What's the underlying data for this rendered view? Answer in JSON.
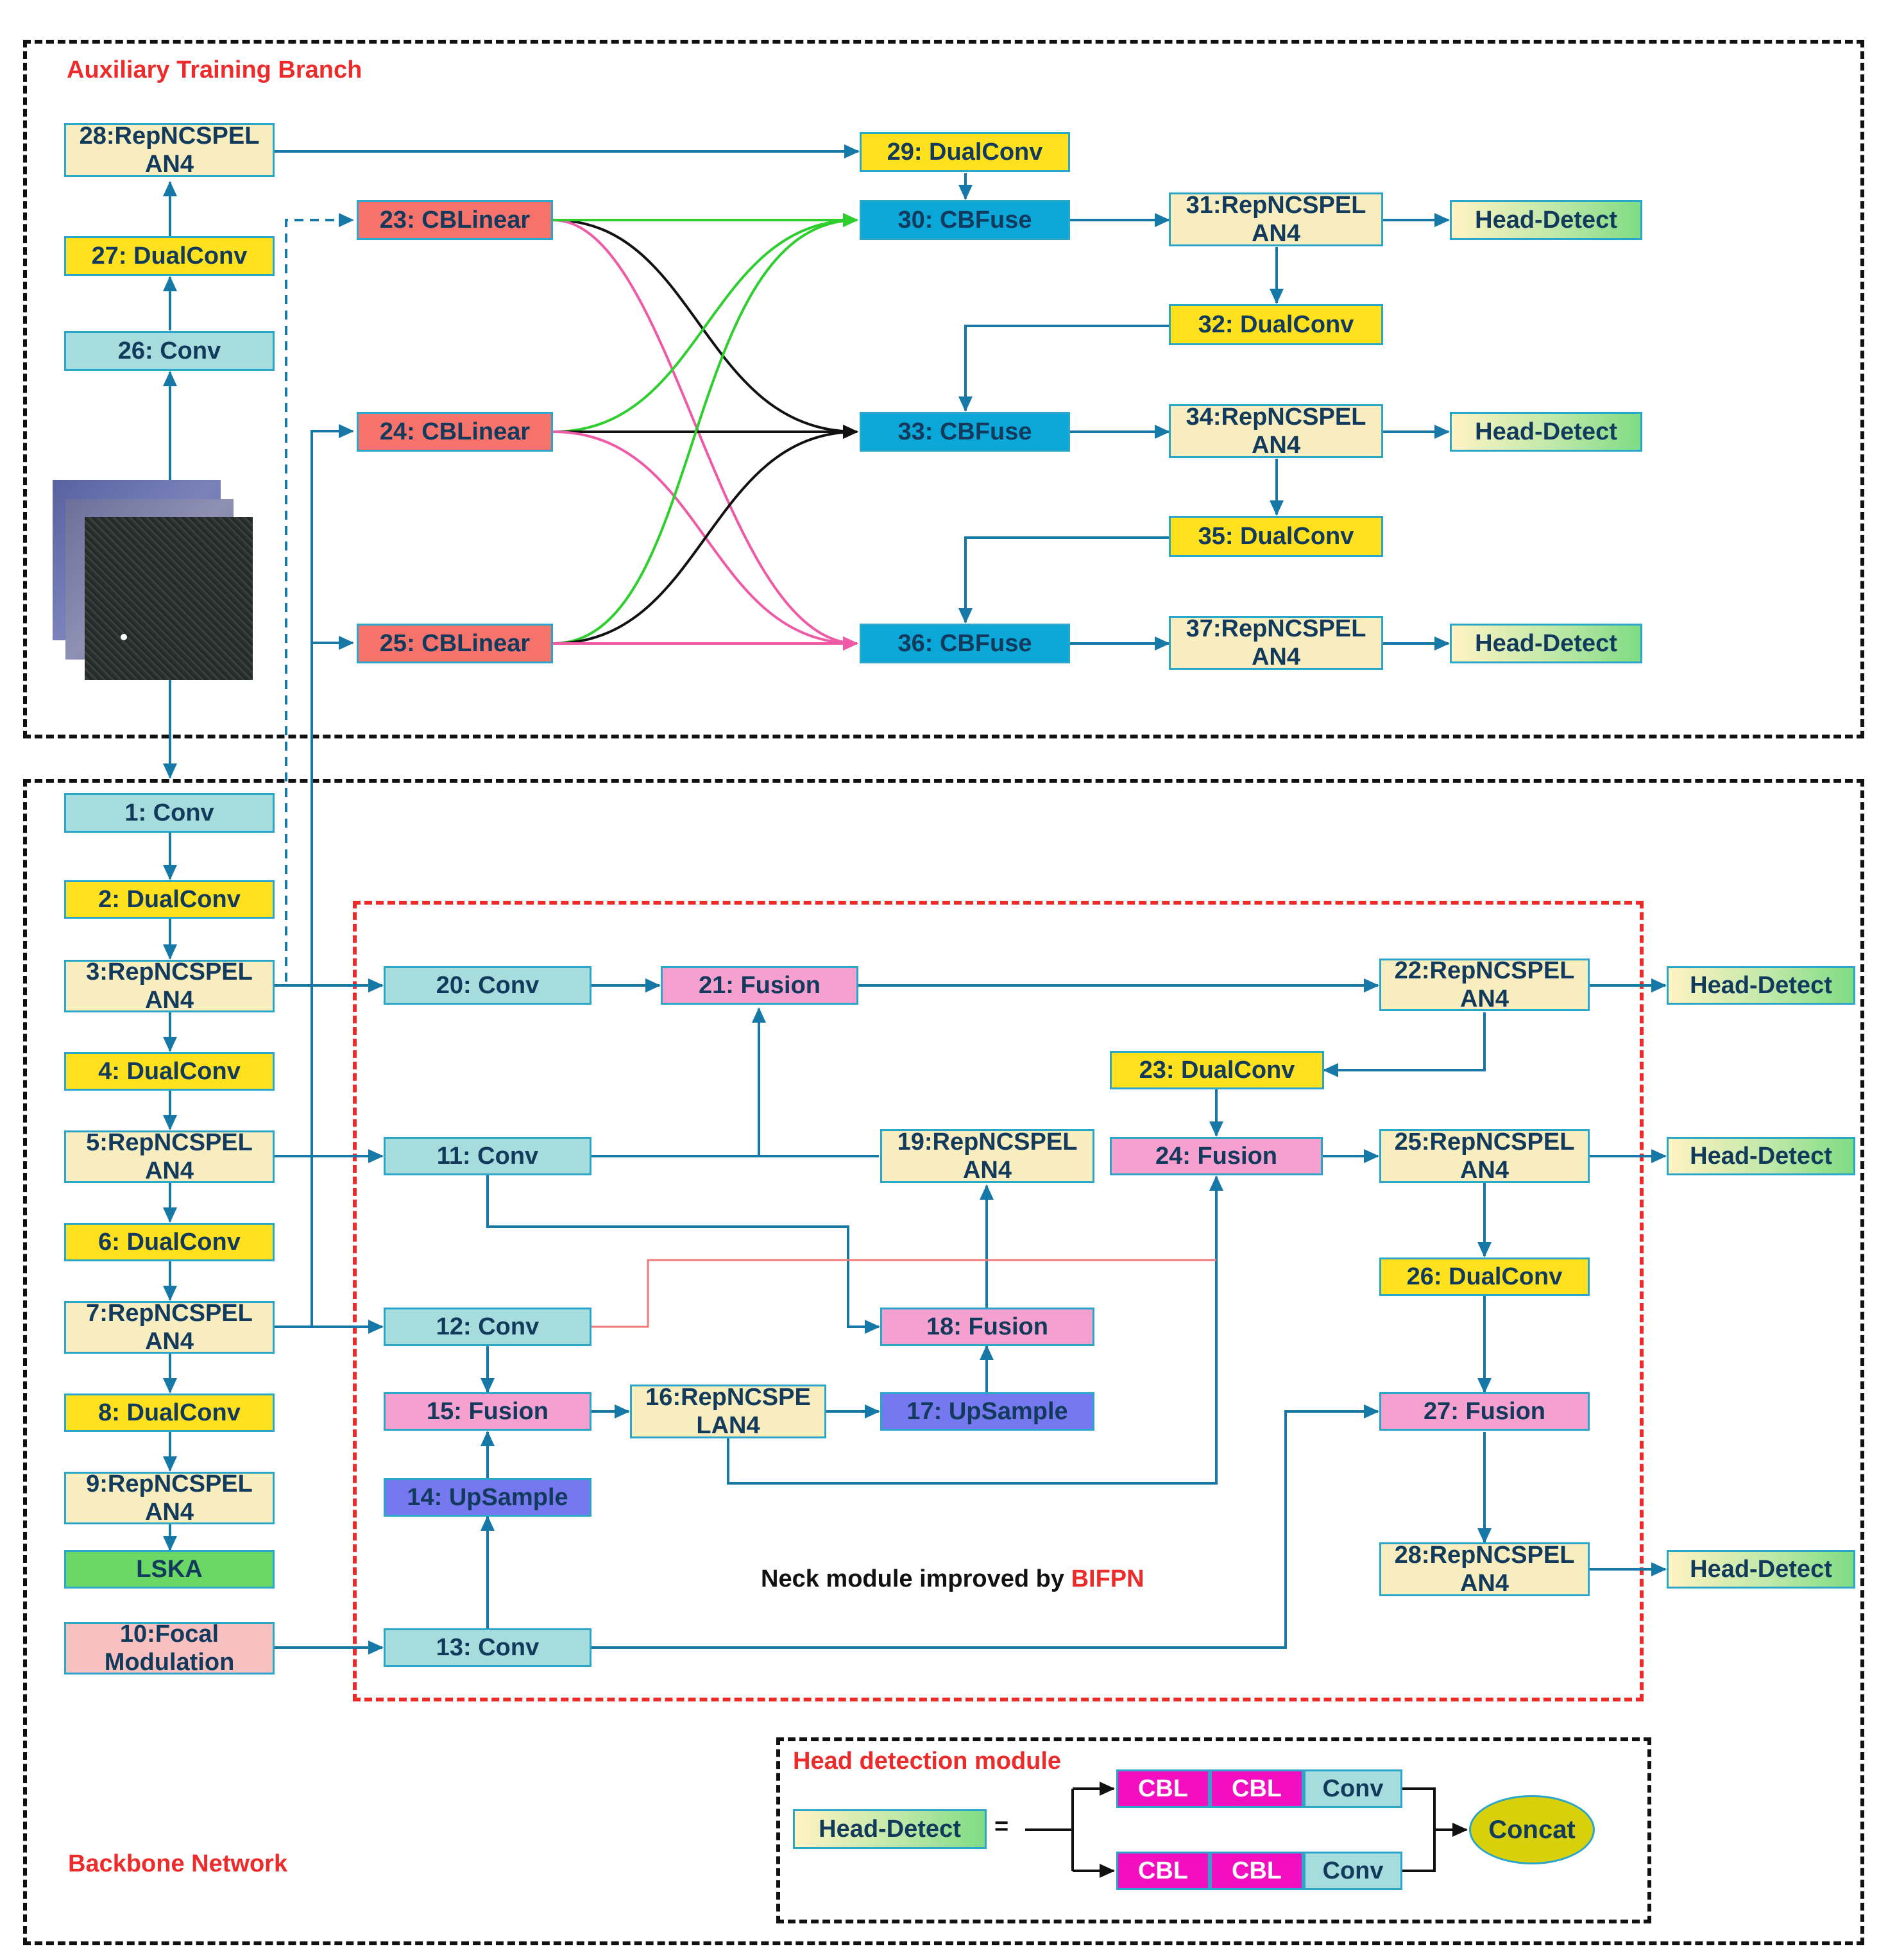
{
  "sections": {
    "aux_title": "Auxiliary Training Branch",
    "backbone_title": "Backbone Network",
    "neck_caption_prefix": "Neck module improved by ",
    "neck_caption_highlight": "BIFPN",
    "head_module_title": "Head detection module"
  },
  "aux": {
    "n28": "28:RepNCSPEL\nAN4",
    "n27": "27:  DualConv",
    "n26": "26:  Conv",
    "n23": "23: CBLinear",
    "n24": "24: CBLinear",
    "n25": "25: CBLinear",
    "n29": "29:  DualConv",
    "n30": "30: CBFuse",
    "n33": "33: CBFuse",
    "n36": "36: CBFuse",
    "n31": "31:RepNCSPEL\nAN4",
    "n32": "32:  DualConv",
    "n34": "34:RepNCSPEL\nAN4",
    "n35": "35:  DualConv",
    "n37": "37:RepNCSPEL\nAN4",
    "head1": "Head-Detect",
    "head2": "Head-Detect",
    "head3": "Head-Detect"
  },
  "backbone": {
    "n1": "1:  Conv",
    "n2": "2:  DualConv",
    "n3": "3:RepNCSPEL\nAN4",
    "n4": "4:  DualConv",
    "n5": "5:RepNCSPEL\nAN4",
    "n6": "6:  DualConv",
    "n7": "7:RepNCSPEL\nAN4",
    "n8": "8:  DualConv",
    "n9": "9:RepNCSPEL\nAN4",
    "lska": "LSKA",
    "n10": "10:Focal\nModulation"
  },
  "neck": {
    "n20": "20:  Conv",
    "n21": "21: Fusion",
    "n22": "22:RepNCSPEL\nAN4",
    "n23": "23:  DualConv",
    "n11": "11:  Conv",
    "n19": "19:RepNCSPEL\nAN4",
    "n24": "24: Fusion",
    "n25": "25:RepNCSPEL\nAN4",
    "n26": "26:  DualConv",
    "n12": "12:  Conv",
    "n18": "18: Fusion",
    "n15": "15: Fusion",
    "n16": "16:RepNCSPE\nLAN4",
    "n17": "17: UpSample",
    "n27": "27: Fusion",
    "n14": "14: UpSample",
    "n28": "28:RepNCSPEL\nAN4",
    "n13": "13:  Conv",
    "head1": "Head-Detect",
    "head2": "Head-Detect",
    "head3": "Head-Detect"
  },
  "legend": {
    "head": "Head-Detect",
    "equals": "=",
    "cbl1": "CBL",
    "cbl2": "CBL",
    "conv1": "Conv",
    "cbl3": "CBL",
    "cbl4": "CBL",
    "conv2": "Conv",
    "concat": "Concat"
  },
  "colors": {
    "arrow": "#1678a6",
    "green_line": "#2fce2f",
    "black_line": "#111111",
    "pink_line": "#ef5aa6",
    "salmon_line": "#ee7a7a",
    "frame_dash": "#111111",
    "neck_dash": "#ee2b2b"
  }
}
